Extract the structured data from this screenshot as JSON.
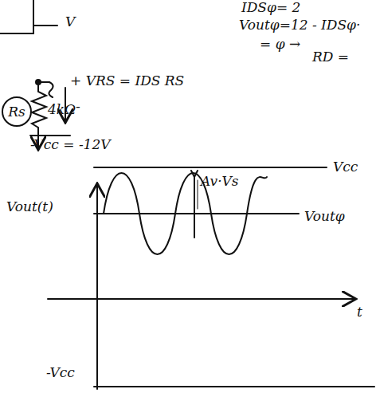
{
  "diagram": {
    "nodes": [
      {
        "text": [
          "Rs"
        ]
      }
    ],
    "labels": [
      "V",
      "IDSφ= 2",
      "Voutφ=12 - IDSφ·",
      "= φ →",
      "RD =",
      "+ VRS = IDS RS",
      "-",
      "4kΩ",
      "-Vcc = -12V",
      "Vout(t)",
      "Av·Vs",
      "Vcc",
      "Voutφ",
      "t",
      "-Vcc"
    ]
  }
}
